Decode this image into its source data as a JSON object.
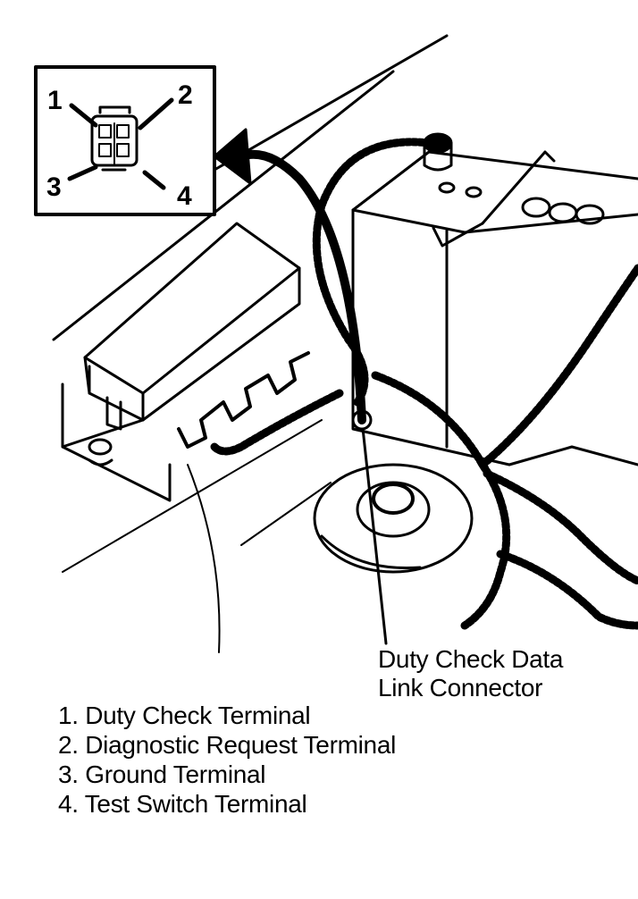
{
  "inset": {
    "terminal_numbers": [
      "1",
      "2",
      "3",
      "4"
    ]
  },
  "callout": {
    "line1": "Duty Check Data",
    "line2": "Link Connector"
  },
  "legend": [
    "1. Duty Check Terminal",
    "2. Diagnostic Request Terminal",
    "3. Ground Terminal",
    "4. Test Switch Terminal"
  ]
}
